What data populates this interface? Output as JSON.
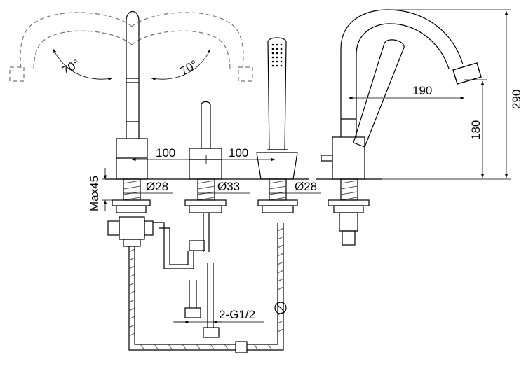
{
  "dimensions": {
    "rotation_left": "70°",
    "rotation_right": "70°",
    "spacing_left": "100",
    "spacing_right": "100",
    "max_deck": "Max45",
    "dia_spout": "Ø28",
    "dia_mixer": "Ø33",
    "dia_shower": "Ø28",
    "reach": "190",
    "spout_height": "180",
    "total_height": "290",
    "connection": "2-G1/2"
  }
}
